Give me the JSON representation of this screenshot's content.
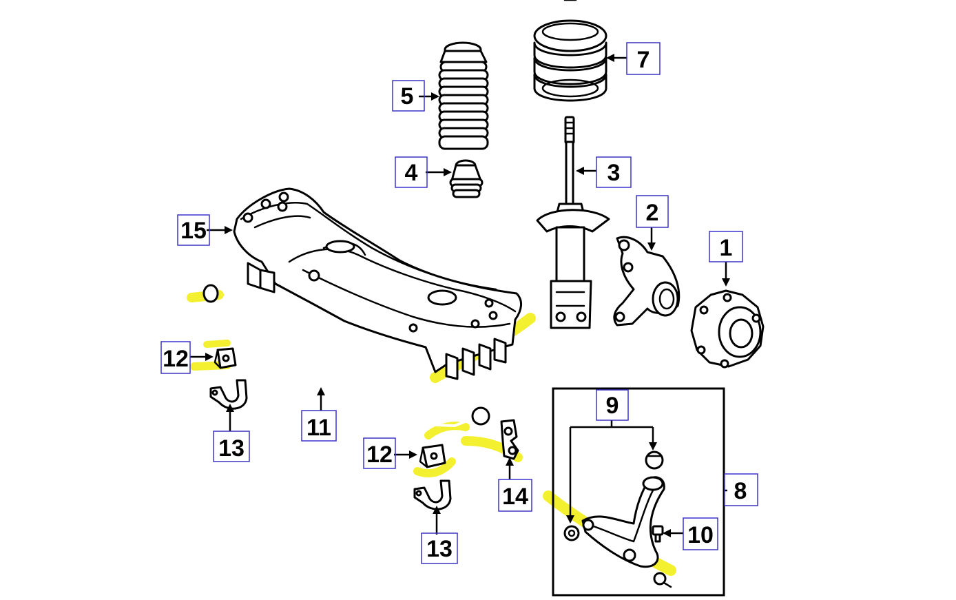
{
  "callouts": {
    "c1": "1",
    "c2": "2",
    "c3": "3",
    "c4": "4",
    "c5": "5",
    "c7": "7",
    "c8": "8",
    "c9": "9",
    "c10": "10",
    "c11": "11",
    "c12a": "12",
    "c12b": "12",
    "c13a": "13",
    "c13b": "13",
    "c14": "14",
    "c15": "15"
  },
  "colors": {
    "highlight": "#f2ee1a",
    "callout_box": "#3a32c8",
    "line_art": "#000000",
    "background": "#ffffff"
  }
}
